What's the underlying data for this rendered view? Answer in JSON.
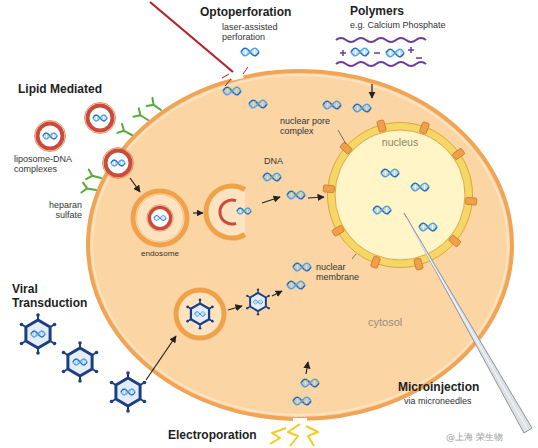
{
  "diagram": {
    "nodes": [
      {
        "text": [
          "cytosol"
        ]
      },
      {
        "text": [
          "nucleus"
        ],
        "in": 0
      },
      {
        "text": [
          "endosome"
        ],
        "in": 0
      }
    ],
    "labels": [
      "Optoperforation",
      "laser-assisted perforation",
      "Polymers",
      "e.g. Calcium Phosphate",
      "Lipid Mediated",
      "liposome-DNA complexes",
      "heparan sulfate",
      "DNA",
      "nuclear pore complex",
      "nuclear membrane",
      "Viral Transduction",
      "Microinjection",
      "via microneedles",
      "Electroporation",
      "@上海 荣生物"
    ]
  }
}
